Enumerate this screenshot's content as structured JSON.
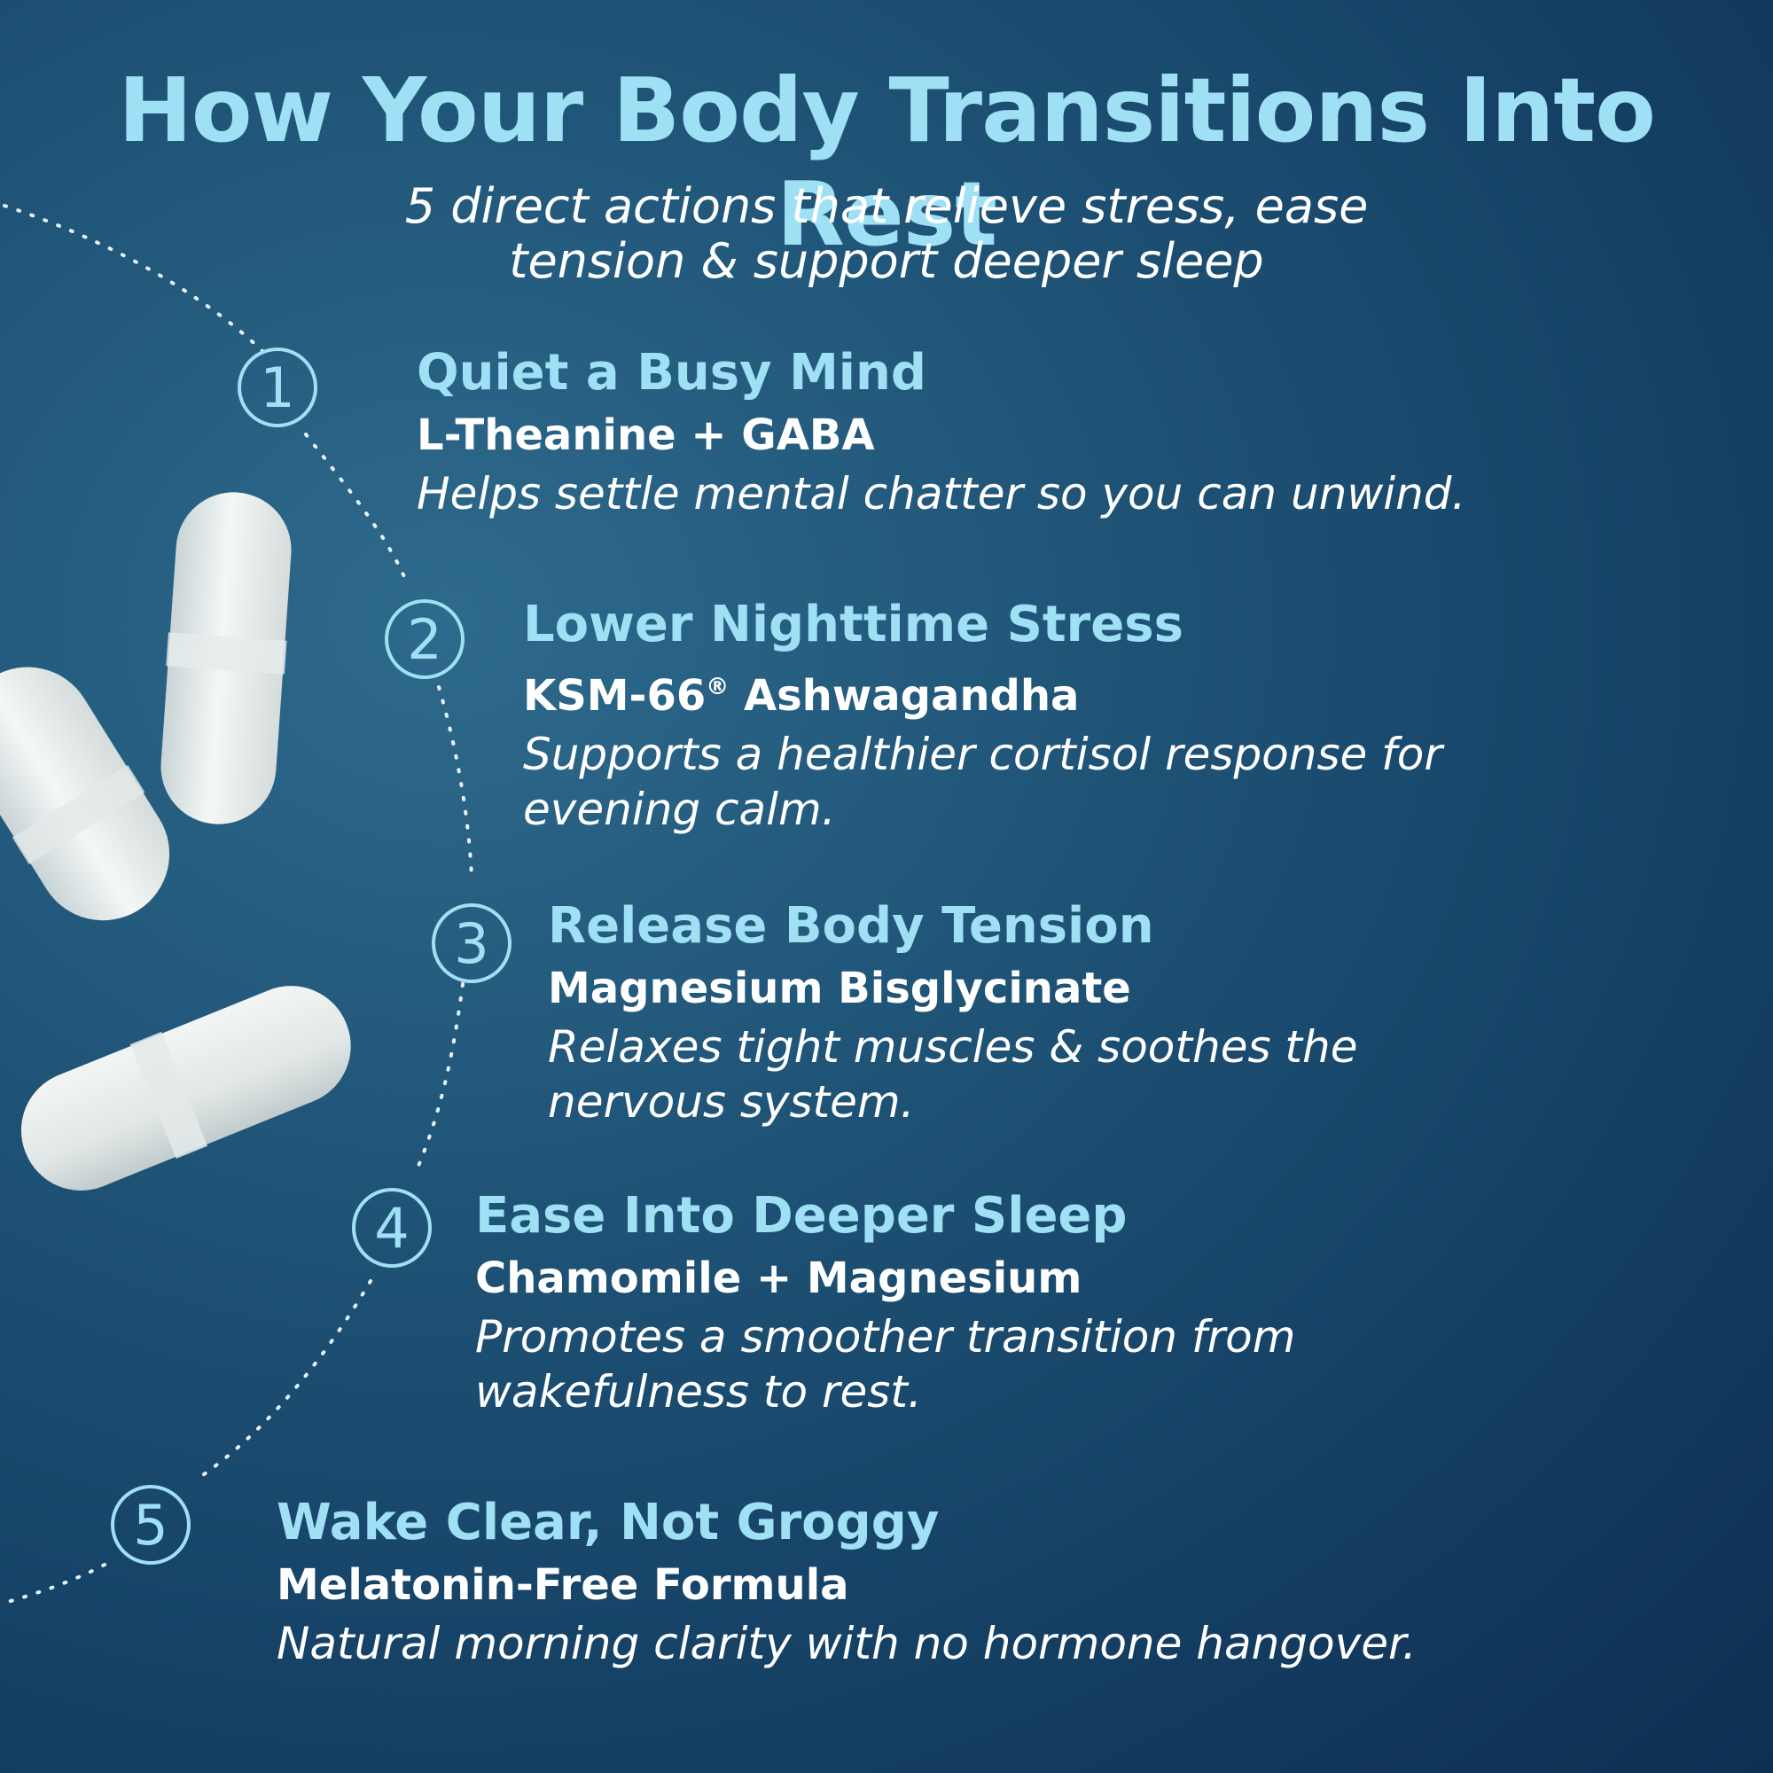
{
  "header": {
    "title": "How Your Body Transitions Into Rest",
    "subtitle_line1": "5 direct actions that relieve stress, ease",
    "subtitle_line2": "tension & support deeper sleep"
  },
  "steps": [
    {
      "number": "1",
      "title": "Quiet a Busy Mind",
      "ingredient": "L-Theanine + GABA",
      "description": "Helps settle mental chatter so you can unwind."
    },
    {
      "number": "2",
      "title": "Lower Nighttime Stress",
      "ingredient": "KSM-66",
      "ingredient_mark": "®",
      "ingredient_rest": " Ashwagandha",
      "description": "Supports a healthier cortisol response for evening calm."
    },
    {
      "number": "3",
      "title": "Release Body Tension",
      "ingredient": "Magnesium Bisglycinate",
      "description": "Relaxes tight muscles & soothes the nervous system."
    },
    {
      "number": "4",
      "title": "Ease Into Deeper Sleep",
      "ingredient": "Chamomile + Magnesium",
      "description": "Promotes a smoother transition from wakefulness to rest."
    },
    {
      "number": "5",
      "title": "Wake Clear, Not Groggy",
      "ingredient": "Melatonin-Free Formula",
      "description": "Natural morning clarity with no hormone hangover."
    }
  ],
  "colors": {
    "accent": "#9fe0f5",
    "text": "#ffffff",
    "background_dark": "#0e2f52",
    "background_light": "#2e6a8c"
  }
}
